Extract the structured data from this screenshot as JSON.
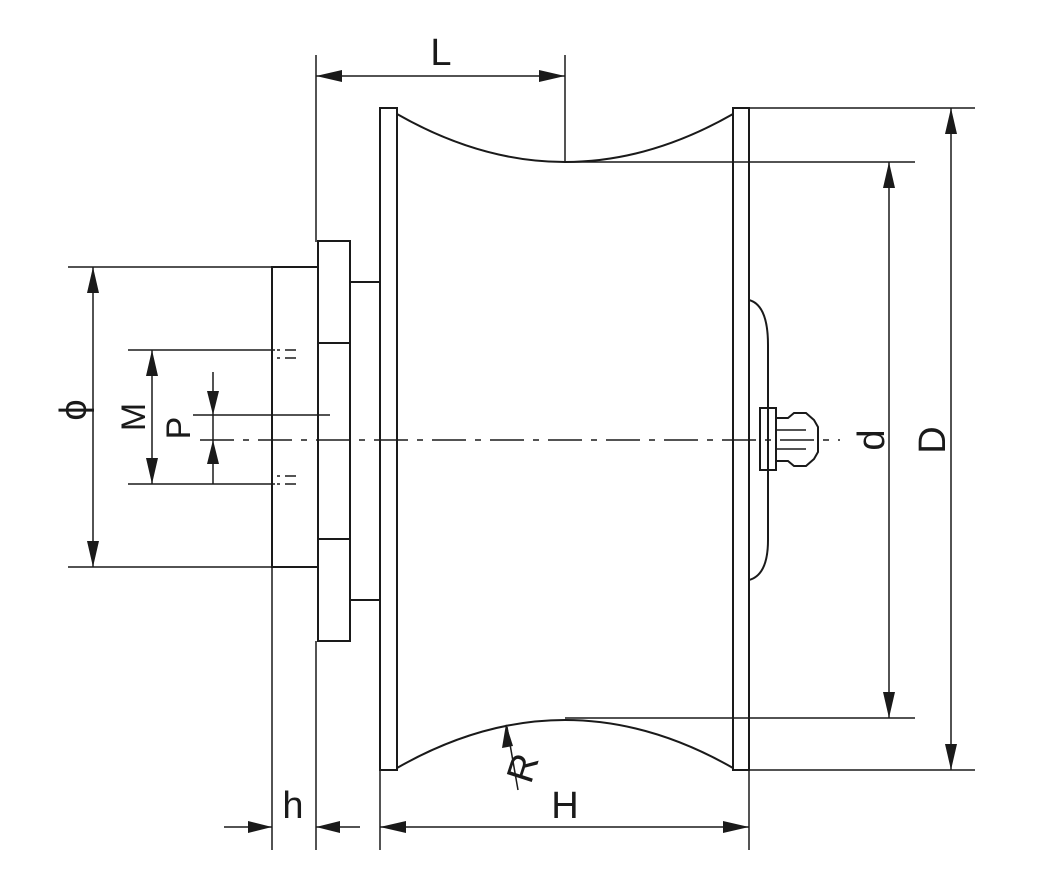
{
  "labels": {
    "L": "L",
    "h": "h",
    "H": "H",
    "phi": "ϕ",
    "M": "M",
    "P": "P",
    "d": "d",
    "D": "D",
    "R": "R"
  }
}
